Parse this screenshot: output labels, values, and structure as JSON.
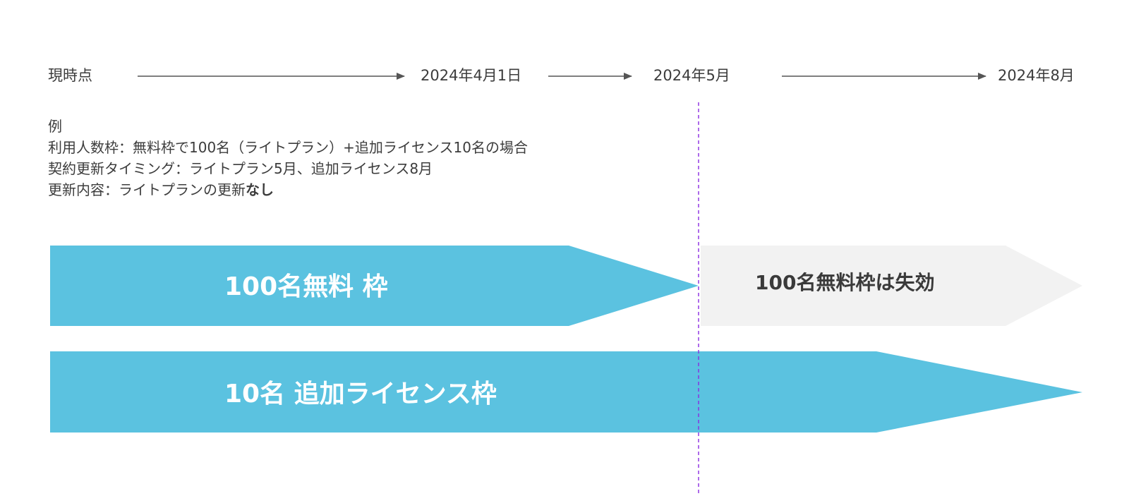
{
  "timeline": {
    "now": "現時点",
    "april": "2024年4月1日",
    "may": "2024年5月",
    "august": "2024年8月"
  },
  "notes": {
    "heading": "例",
    "usage": "利用人数枠：無料枠で100名（ライトプラン）+追加ライセンス10名の場合",
    "renewal": "契約更新タイミング：ライトプラン5月、追加ライセンス8月",
    "content_prefix": "更新内容：ライトプランの更新",
    "content_emphasis": "なし"
  },
  "bars": {
    "free": "100名無料 枠",
    "expired": "100名無料枠は失効",
    "addon": "10名 追加ライセンス枠"
  },
  "colors": {
    "bar": "#5bc2e0",
    "expired_bar": "#f2f2f2",
    "marker": "#8a2be2",
    "arrow": "#555555"
  }
}
